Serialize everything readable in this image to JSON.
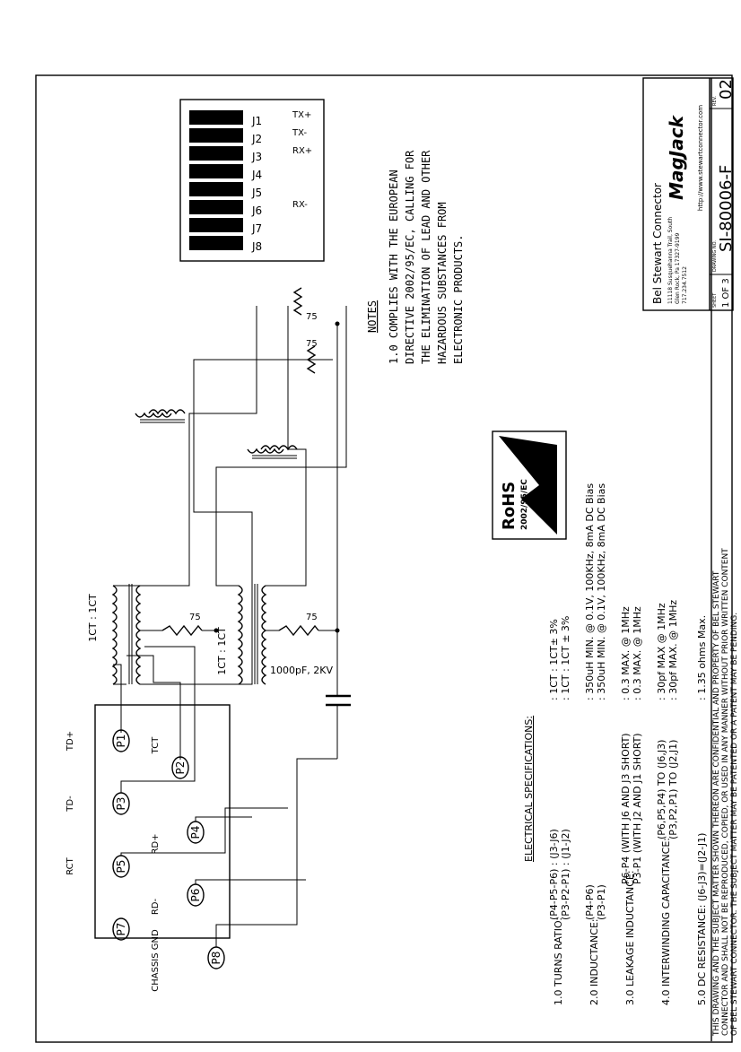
{
  "connector": {
    "pins": [
      "P1",
      "P2",
      "P3",
      "P4",
      "P5",
      "P6",
      "P7",
      "P8"
    ],
    "pin_labels": {
      "p1": "TD+",
      "p3": "TD-",
      "p5": "RCT",
      "p2": "TCT",
      "p4": "RD+",
      "p6": "RD-",
      "p8": "CHASSIS GND"
    }
  },
  "jack": {
    "contacts": [
      "J1",
      "J2",
      "J3",
      "J4",
      "J5",
      "J6",
      "J7",
      "J8"
    ],
    "signals": {
      "j1": "TX+",
      "j2": "TX-",
      "j3": "RX+",
      "j6": "RX-"
    }
  },
  "components": {
    "ratio_top": "1CT : 1CT",
    "ratio_bottom": "1CT : 1CT",
    "resistor": "75",
    "capacitor": "1000pF, 2KV"
  },
  "notes": {
    "heading": "NOTES",
    "lines": [
      "1.0 COMPLIES WITH THE EUROPEAN",
      "DIRECTIVE 2002/95/EC, CALLING FOR",
      "THE ELIMINATION OF LEAD AND OTHER",
      "HAZARDOUS SUBSTANCES FROM",
      "ELECTRONIC PRODUCTS."
    ],
    "rohs_title": "RoHS",
    "rohs_sub": "2002/95/EC"
  },
  "specs": {
    "heading": "ELECTRICAL SPECIFICATIONS:",
    "items": [
      {
        "label": "1.0  TURNS RATIO:",
        "cond": [
          "(P4-P5-P6) : (J3-J6)",
          "(P3-P2-P1) : (J1-J2)"
        ],
        "values": [
          ": 1CT : 1CT± 3%",
          ": 1CT : 1CT ± 3%"
        ]
      },
      {
        "label": "2.0  INDUCTANCE:",
        "cond": [
          "(P4-P6)",
          "(P3-P1)"
        ],
        "values": [
          ": 350uH MIN. @ 0.1V, 100KHz, 8mA DC Bias",
          ": 350uH MIN. @ 0.1V, 100KHz, 8mA DC Bias"
        ]
      },
      {
        "label": "3.0  LEAKAGE INDUCTANCE:",
        "cond": [
          "P6-P4 (WITH J6 AND J3 SHORT)",
          "P3-P1 (WITH J2 AND J1 SHORT)"
        ],
        "values": [
          ": 0.3 MAX. @ 1MHz",
          ": 0.3 MAX. @ 1MHz"
        ]
      },
      {
        "label": "4.0  INTERWINDING CAPACITANCE:",
        "cond": [
          "(P6,P5,P4) TO (J6,J3)",
          "(P3,P2,P1) TO (J2,J1)"
        ],
        "values": [
          ": 30pf MAX @ 1MHz",
          ": 30pf MAX. @ 1MHz"
        ]
      },
      {
        "label": "5.0  DC RESISTANCE: (J6-J3)=(J2-J1)",
        "cond": [],
        "values": [
          ": 1.35 ohms Max."
        ]
      }
    ]
  },
  "title_block": {
    "company": "Bel Stewart Connector",
    "address": [
      "11118 Susquehanna Trail, South",
      "Glen Rock, Pa  17327-9199",
      "717.234.7512"
    ],
    "brand": "MagJack",
    "url": "http://www.stewartconnector.com",
    "sheet_label": "SHEET",
    "sheet_value": "1  OF  3",
    "drawing_no_label": "DRAWING NO.",
    "drawing_no": "SI-80006-F",
    "rev_label": "REV.",
    "rev": "02"
  },
  "confidential": [
    "THIS DRAWING AND THE SUBJECT MATTER SHOWN THEREON ARE CONFIDENTIAL AND PROPERTY OF BEL STEWART",
    "CONNECTOR AND SHALL NOT BE REPRODUCED, COPIED, OR USED IN ANY MANNER WITHOUT PRIOR WRITTEN CONTENT",
    "OF BEL STEWART CONNECTOR. THE SUBJECT MATTER MAY BE PATENTED OR A PATENT MAY BE PENDING."
  ]
}
